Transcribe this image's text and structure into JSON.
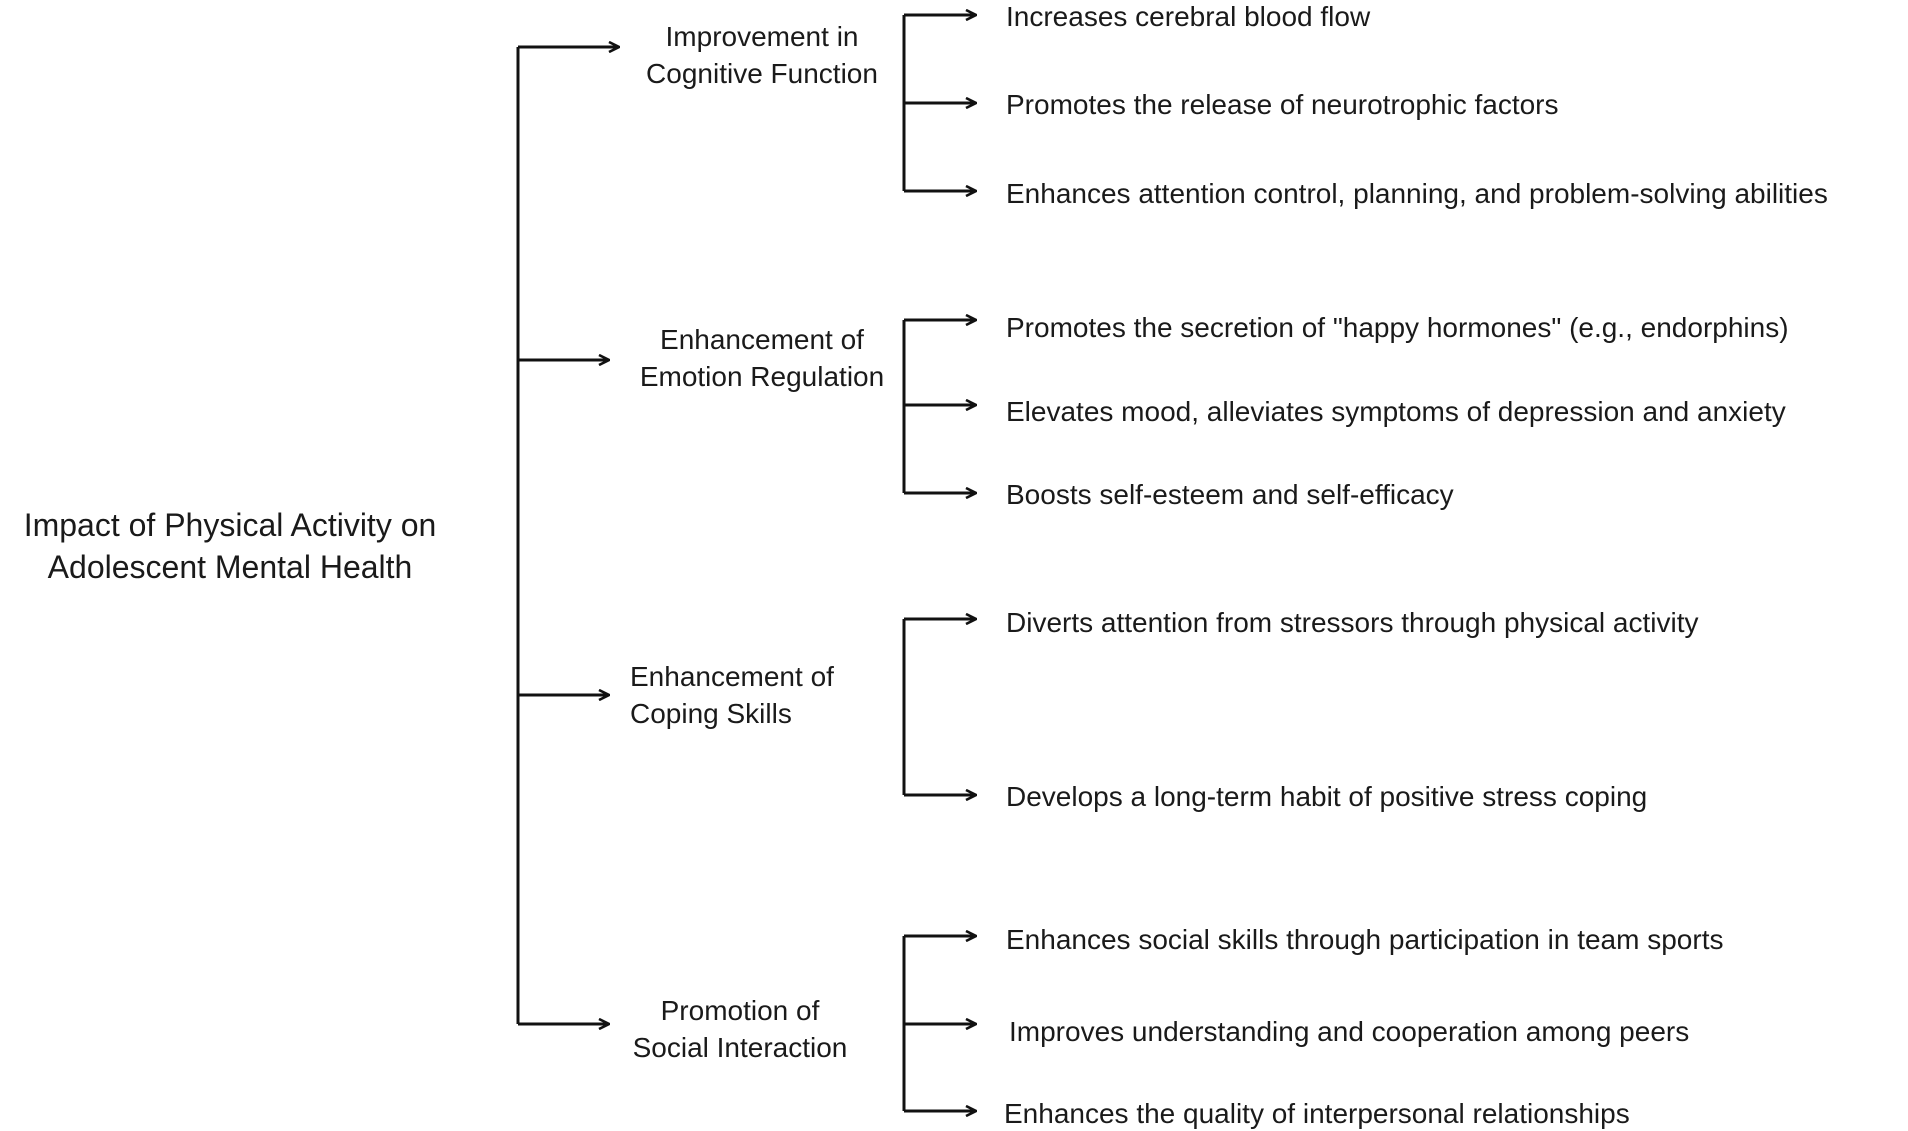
{
  "root": {
    "line1": "Impact of Physical Activity on",
    "line2": "Adolescent Mental Health"
  },
  "branches": [
    {
      "line1": "Improvement in",
      "line2": "Cognitive Function",
      "items": [
        "Increases cerebral blood flow",
        "Promotes the release of neurotrophic factors",
        "Enhances attention control, planning, and problem-solving abilities"
      ]
    },
    {
      "line1": "Enhancement of",
      "line2": "Emotion Regulation",
      "items": [
        "Promotes the secretion of \"happy hormones\" (e.g., endorphins)",
        "Elevates mood, alleviates symptoms of depression and anxiety",
        "Boosts self-esteem and self-efficacy"
      ]
    },
    {
      "line1": "Enhancement of",
      "line2": "Coping Skills",
      "items": [
        "Diverts attention from stressors through physical activity",
        "Develops a long-term habit of positive stress coping"
      ]
    },
    {
      "line1": "Promotion of",
      "line2": "Social Interaction",
      "items": [
        "Enhances social skills through participation in team sports",
        "Improves understanding and cooperation among peers",
        "Enhances the quality of interpersonal relationships"
      ]
    }
  ]
}
